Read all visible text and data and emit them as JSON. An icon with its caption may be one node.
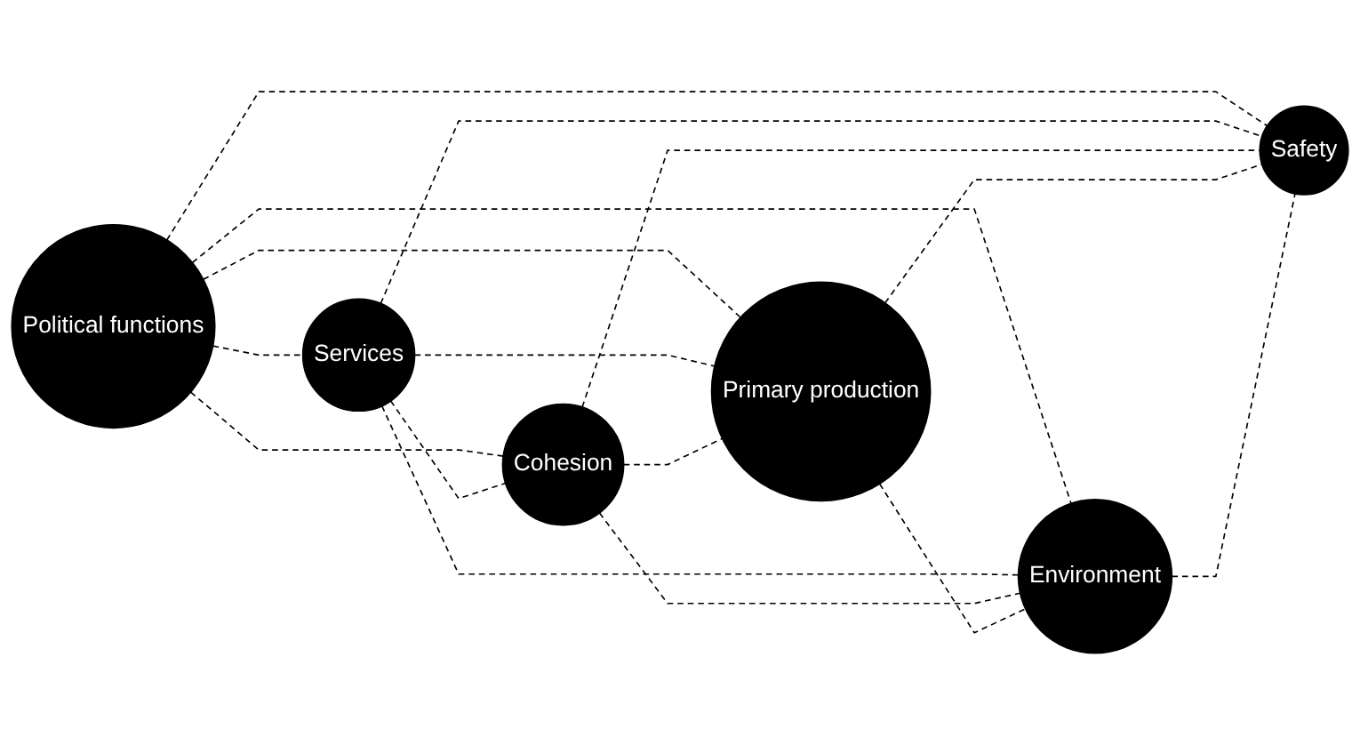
{
  "diagram": {
    "nodes": [
      {
        "text": [
          "Political functions"
        ]
      },
      {
        "text": [
          "Services"
        ]
      },
      {
        "text": [
          "Cohesion"
        ]
      },
      {
        "text": [
          "Primary production"
        ]
      },
      {
        "text": [
          "Environment"
        ]
      },
      {
        "text": [
          "Safety"
        ]
      }
    ],
    "edges": [
      {
        "from": 0,
        "to": 1,
        "arrow": "none",
        "style": "dashed"
      },
      {
        "from": 0,
        "to": 2,
        "arrow": "none",
        "style": "dashed"
      },
      {
        "from": 0,
        "to": 3,
        "arrow": "none",
        "style": "dashed"
      },
      {
        "from": 0,
        "to": 4,
        "arrow": "none",
        "style": "dashed"
      },
      {
        "from": 0,
        "to": 5,
        "arrow": "none",
        "style": "dashed"
      },
      {
        "from": 1,
        "to": 2,
        "arrow": "none",
        "style": "dashed"
      },
      {
        "from": 1,
        "to": 3,
        "arrow": "none",
        "style": "dashed"
      },
      {
        "from": 1,
        "to": 4,
        "arrow": "none",
        "style": "dashed"
      },
      {
        "from": 1,
        "to": 5,
        "arrow": "none",
        "style": "dashed"
      },
      {
        "from": 2,
        "to": 3,
        "arrow": "none",
        "style": "dashed"
      },
      {
        "from": 2,
        "to": 4,
        "arrow": "none",
        "style": "dashed"
      },
      {
        "from": 2,
        "to": 5,
        "arrow": "none",
        "style": "dashed"
      },
      {
        "from": 3,
        "to": 4,
        "arrow": "none",
        "style": "dashed"
      },
      {
        "from": 3,
        "to": 5,
        "arrow": "none",
        "style": "dashed"
      },
      {
        "from": 4,
        "to": 5,
        "arrow": "none",
        "style": "dashed"
      }
    ]
  }
}
